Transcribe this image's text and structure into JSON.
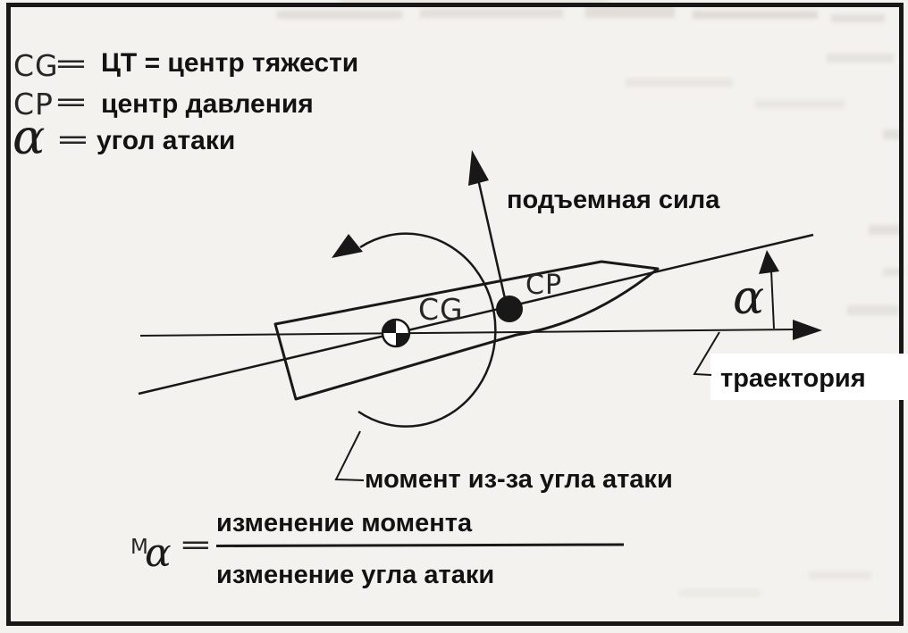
{
  "figure": {
    "description_colors": {
      "ink": "#181818",
      "paper": "#f4f2ee"
    }
  },
  "legend": {
    "rows": [
      {
        "symbol": "CG",
        "equals": "=",
        "text": "ЦТ = центр тяжести"
      },
      {
        "symbol": "CP",
        "equals": "=",
        "text": "центр давления"
      },
      {
        "symbol": "α",
        "equals": "=",
        "text": "угол атаки"
      }
    ]
  },
  "diagram": {
    "lift_label": "подъемная сила",
    "cg_label": "CG",
    "cp_label": "CP",
    "alpha_label": "α",
    "trajectory_label": "траектория",
    "moment_label": "момент из-за угла атаки"
  },
  "formula": {
    "symbol": "M",
    "subscript": "α",
    "equals": "=",
    "numerator": "изменение момента",
    "denominator": "изменение угла атаки"
  }
}
